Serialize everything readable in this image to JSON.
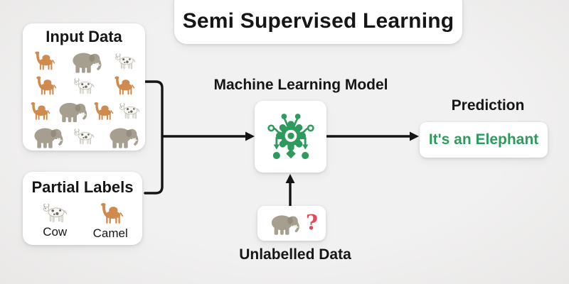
{
  "title": "Semi Supervised Learning",
  "colors": {
    "background": "#f0efef",
    "box_bg": "#ffffff",
    "text": "#161616",
    "green": "#2e9a5d",
    "red": "#df4958",
    "arrow": "#141414",
    "camel": "#cf8a4c",
    "elephant": "#a69f90",
    "cow": "#f8f7f3"
  },
  "input_box": {
    "title": "Input Data",
    "animal_rows": [
      [
        "camel",
        "elephant",
        "cow"
      ],
      [
        "camel",
        "cow",
        "camel"
      ],
      [
        "camel",
        "elephant",
        "camel",
        "cow"
      ],
      [
        "elephant",
        "cow",
        "elephant"
      ]
    ]
  },
  "partial_labels_box": {
    "title": "Partial Labels",
    "items": [
      {
        "animal": "cow",
        "label": "Cow"
      },
      {
        "animal": "camel",
        "label": "Camel"
      }
    ]
  },
  "model": {
    "label": "Machine Learning Model"
  },
  "prediction": {
    "label": "Prediction",
    "value": "It's an Elephant"
  },
  "unlabelled": {
    "label": "Unlabelled Data",
    "animal": "elephant",
    "question_mark": "?"
  }
}
